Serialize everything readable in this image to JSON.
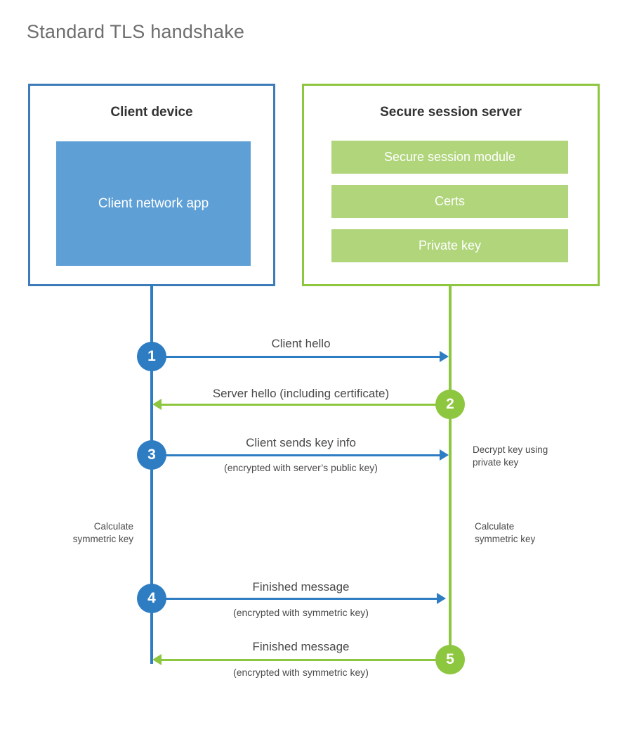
{
  "title": "Standard TLS handshake",
  "colors": {
    "client_accent": "#2e7dc3",
    "client_border": "#3d7cb8",
    "client_app_fill": "#5e9fd6",
    "server_accent": "#8dc63f",
    "server_row_fill": "#b0d57a",
    "text": "#4a4a4a",
    "background": "#ffffff"
  },
  "client_panel": {
    "title": "Client device",
    "app_label": "Client network app"
  },
  "server_panel": {
    "title": "Secure session server",
    "rows": [
      {
        "label": "Secure session module"
      },
      {
        "label": "Certs"
      },
      {
        "label": "Private key"
      }
    ]
  },
  "steps": [
    {
      "number": "1",
      "side": "client",
      "direction": "right",
      "label": "Client hello",
      "sub_label": ""
    },
    {
      "number": "2",
      "side": "server",
      "direction": "left",
      "label": "Server hello (including certificate)",
      "sub_label": ""
    },
    {
      "number": "3",
      "side": "client",
      "direction": "right",
      "label": "Client sends key info",
      "sub_label": "(encrypted with server’s public key)"
    },
    {
      "number": "4",
      "side": "client",
      "direction": "right",
      "label": "Finished message",
      "sub_label": "(encrypted with symmetric key)"
    },
    {
      "number": "5",
      "side": "server",
      "direction": "left",
      "label": "Finished message",
      "sub_label": "(encrypted with symmetric key)"
    }
  ],
  "notes": [
    {
      "id": "decrypt-note",
      "line1": "Decrypt key using",
      "line2": "private key"
    },
    {
      "id": "client-calc-note",
      "line1": "Calculate",
      "line2": "symmetric key"
    },
    {
      "id": "server-calc-note",
      "line1": "Calculate",
      "line2": "symmetric key"
    }
  ]
}
